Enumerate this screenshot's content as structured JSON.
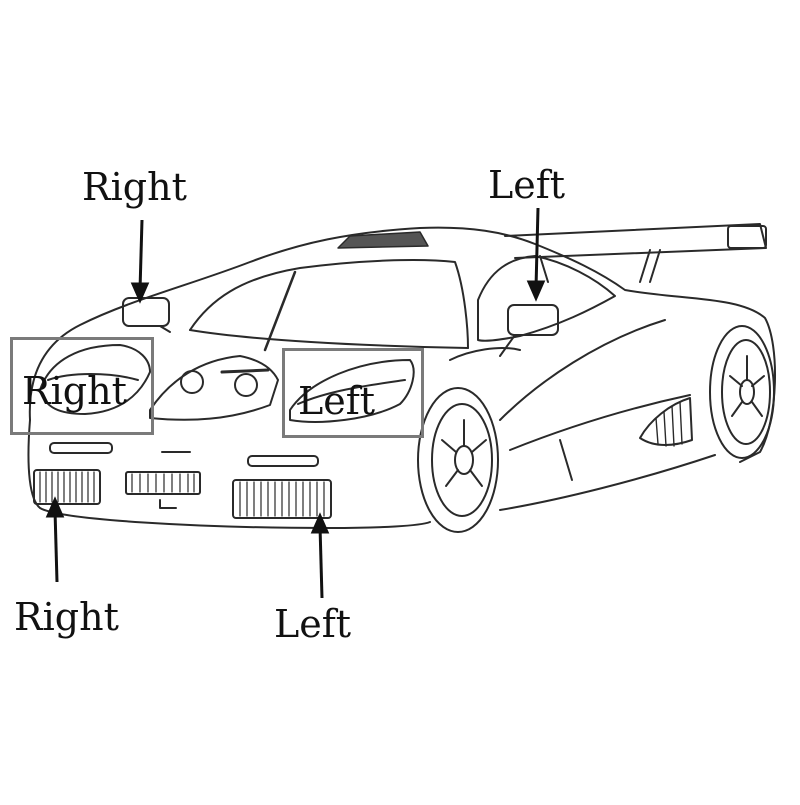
{
  "colors": {
    "sketch": "#2a2a2a",
    "box_border": "#7a7a7a",
    "arrow": "#111111",
    "background": "#ffffff"
  },
  "labels": {
    "mirror_right": "Right",
    "mirror_left": "Left",
    "headlight_right": "Right",
    "headlight_left": "Left",
    "intake_right": "Right",
    "intake_left": "Left"
  }
}
